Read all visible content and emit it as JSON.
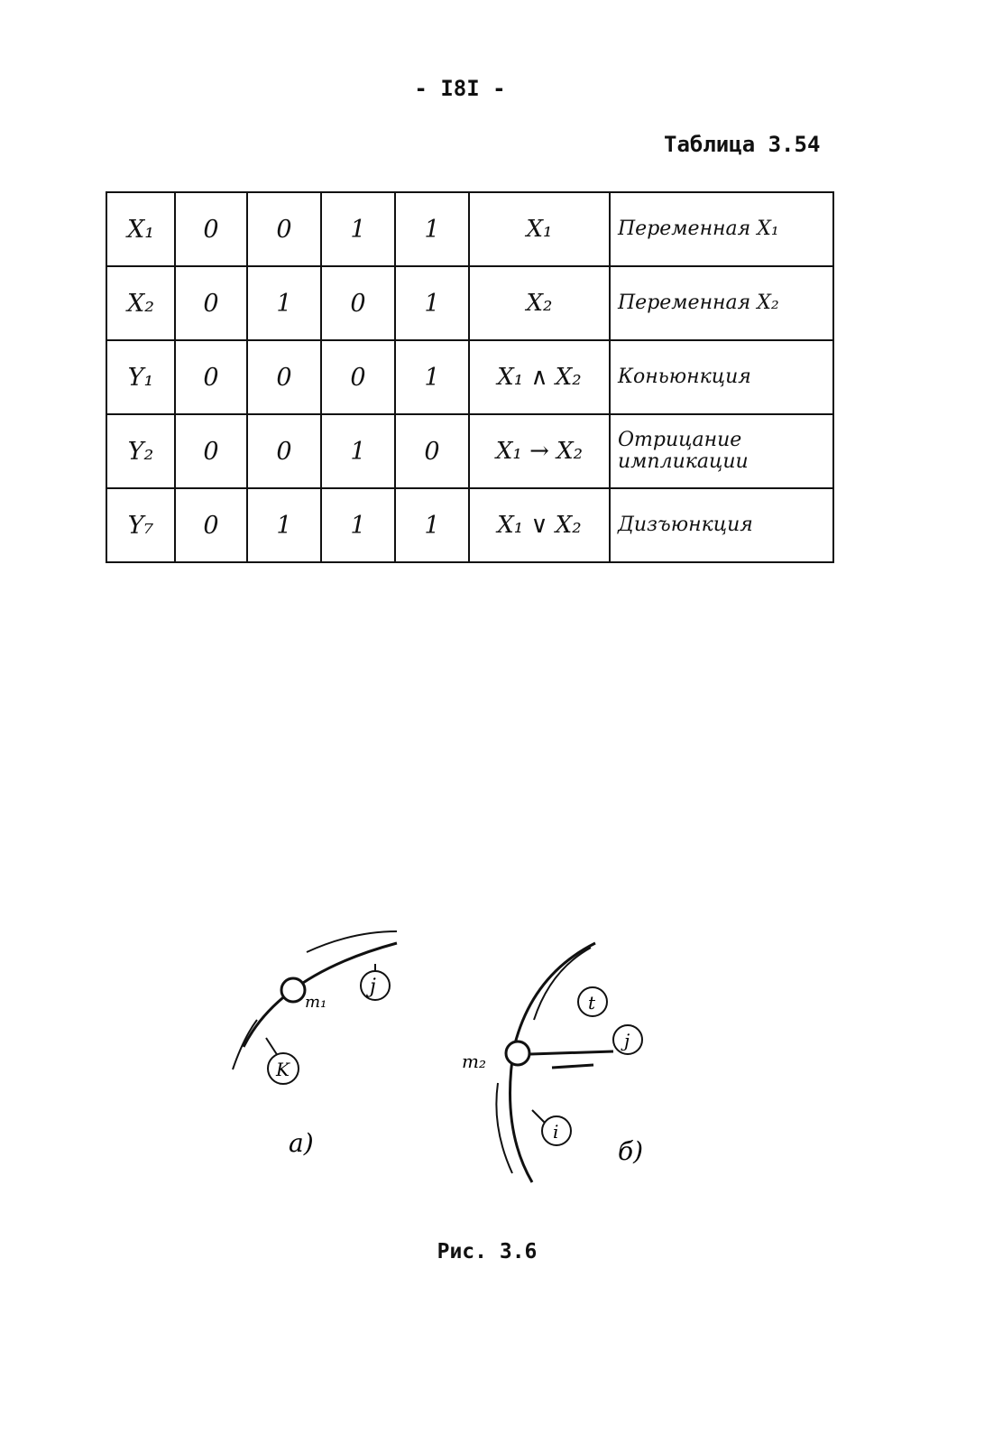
{
  "page_number": "- I8I -",
  "table_caption": "Таблица 3.54",
  "table": {
    "rows": [
      {
        "var": "X₁",
        "values": [
          "0",
          "0",
          "1",
          "1"
        ],
        "expr": "X₁",
        "desc": "Переменная X₁"
      },
      {
        "var": "X₂",
        "values": [
          "0",
          "1",
          "0",
          "1"
        ],
        "expr": "X₂",
        "desc": "Переменная X₂"
      },
      {
        "var": "Y₁",
        "values": [
          "0",
          "0",
          "0",
          "1"
        ],
        "expr": "X₁ ∧ X₂",
        "desc": "Коньюнкция"
      },
      {
        "var": "Y₂",
        "values": [
          "0",
          "0",
          "1",
          "0"
        ],
        "expr": "X₁ → X₂",
        "desc": "Отрицание импликации"
      },
      {
        "var": "Y₇",
        "values": [
          "0",
          "1",
          "1",
          "1"
        ],
        "expr": "X₁ ∨ X₂",
        "desc": "Дизъюнкция"
      }
    ]
  },
  "figure": {
    "a": {
      "mass": "m₁",
      "labels": [
        "j",
        "K"
      ],
      "sublabel": "a)"
    },
    "b": {
      "mass": "m₂",
      "labels": [
        "t",
        "j",
        "i"
      ],
      "sublabel": "б)"
    }
  },
  "figure_caption": "Рис. 3.6"
}
